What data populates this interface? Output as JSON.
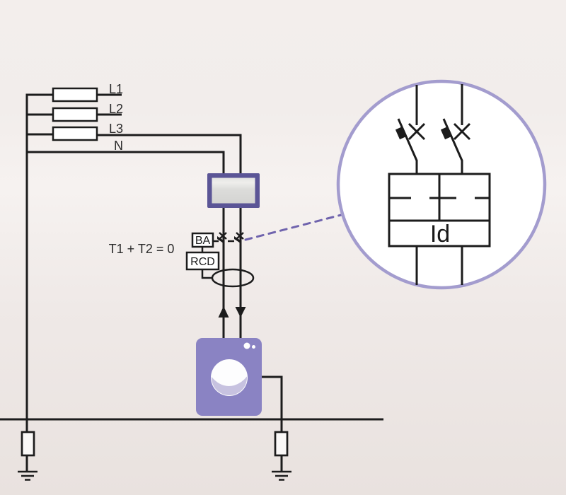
{
  "title": "RCD residual current protection schematic with magnified two-pole breaker",
  "labels": {
    "phase1": "L1",
    "phase2": "L2",
    "phase3": "L3",
    "neutral": "N",
    "equation": "T1 + T2 = 0",
    "trip_unit": "BA",
    "rcd": "RCD",
    "differential_current": "Id"
  },
  "colors": {
    "background_top": "#f3eeec",
    "background_bottom": "#e9e2df",
    "line_black": "#1c1c1c",
    "meter_border_purple": "#5b5596",
    "meter_screen_gray": "#d9d9d7",
    "machine_purple": "#8a83c3",
    "machine_door_white": "#fdfdfe",
    "machine_water_lavender": "#c7c2e0",
    "magnifier_border_purple": "#a39cce",
    "magnifier_fill": "#ffffff",
    "dash_purple": "#6f63ad"
  }
}
